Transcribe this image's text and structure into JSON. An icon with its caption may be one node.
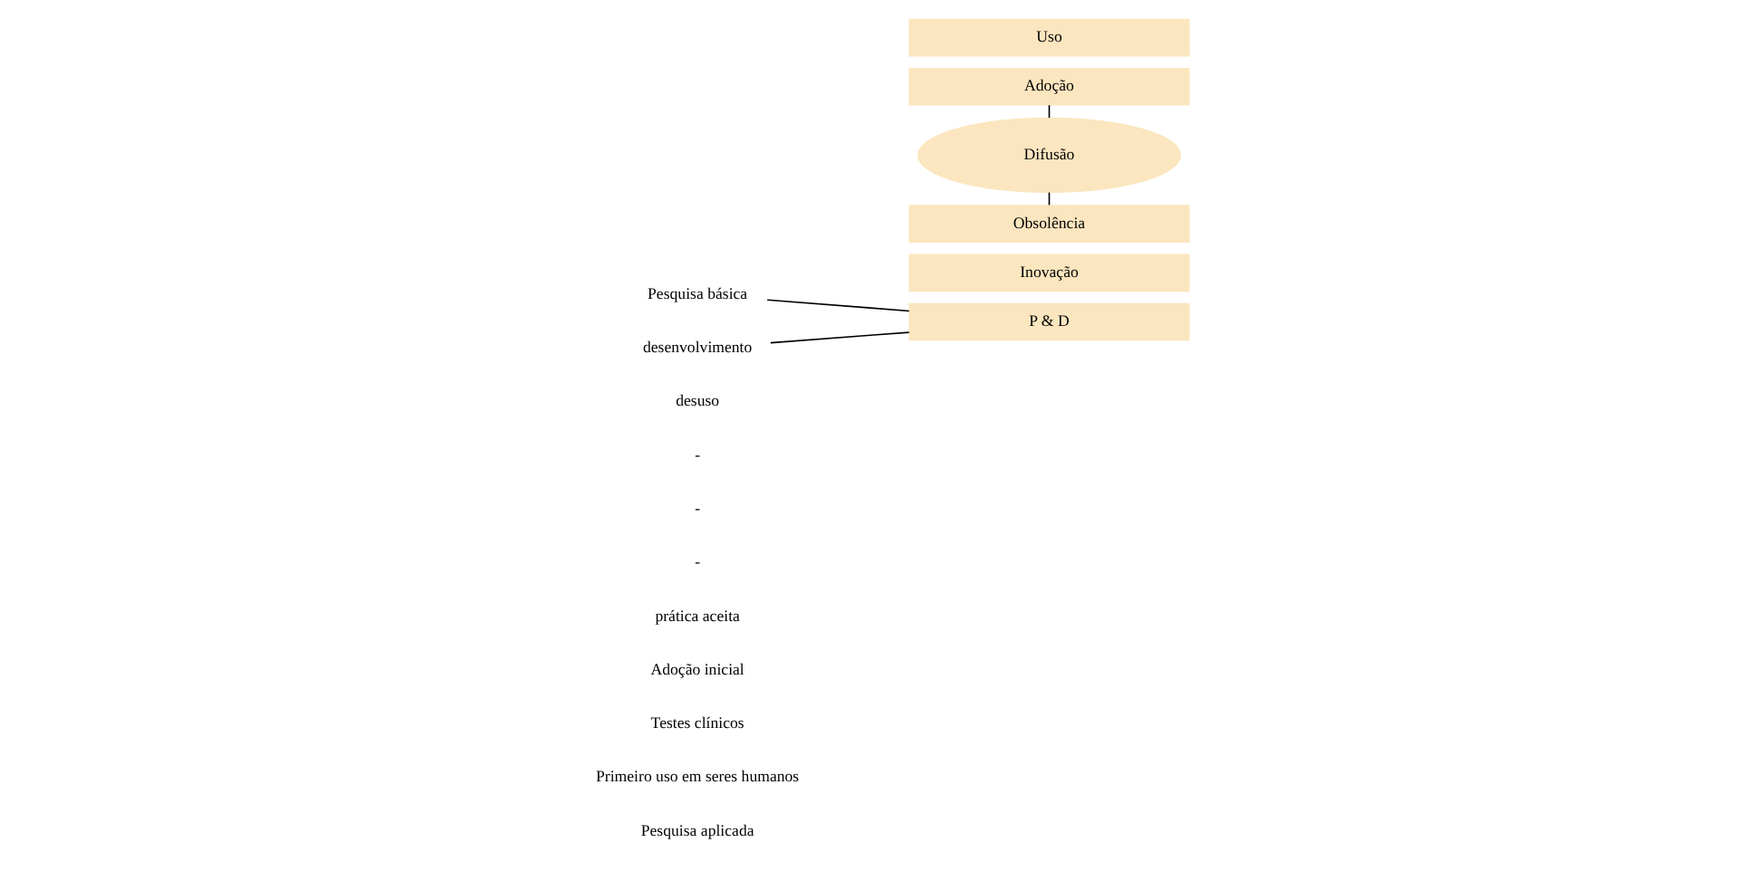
{
  "diagram": {
    "nodes": [
      {
        "text": [
          "Pesquisa básica"
        ]
      },
      {
        "text": [
          "desenvolvimento"
        ]
      },
      {
        "text": [
          "P & D"
        ]
      },
      {
        "text": [
          "Inovação"
        ]
      },
      {
        "text": [
          "Adoção"
        ]
      },
      {
        "text": [
          "Difusão"
        ]
      },
      {
        "text": [
          "Uso"
        ]
      },
      {
        "text": [
          "Obsolência"
        ]
      }
    ],
    "edges": [
      {
        "from": 0,
        "to": 2,
        "arrow": "none"
      },
      {
        "from": 1,
        "to": 2,
        "arrow": "none"
      },
      {
        "from": 5,
        "to": 4,
        "arrow": "none"
      },
      {
        "from": 5,
        "to": 7,
        "arrow": "none"
      }
    ],
    "labels": [
      "Pesquisa aplicada",
      "Primeiro uso em seres humanos",
      "Testes clínicos",
      "Adoção inicial",
      "prática aceita",
      "-",
      "-",
      "-",
      "desuso"
    ]
  }
}
